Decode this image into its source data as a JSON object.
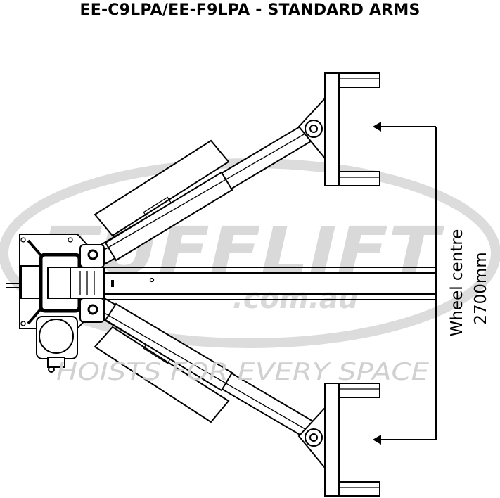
{
  "title": "EE-C9LPA/EE-F9LPA - STANDARD ARMS",
  "watermark": {
    "brand": "TUFFLIFT",
    "domain": ".com.au",
    "tagline": "HOISTS FOR EVERY SPACE"
  },
  "dimension": {
    "label_line1": "Wheel centre",
    "label_line2": "2700mm",
    "value_mm": 2700
  }
}
